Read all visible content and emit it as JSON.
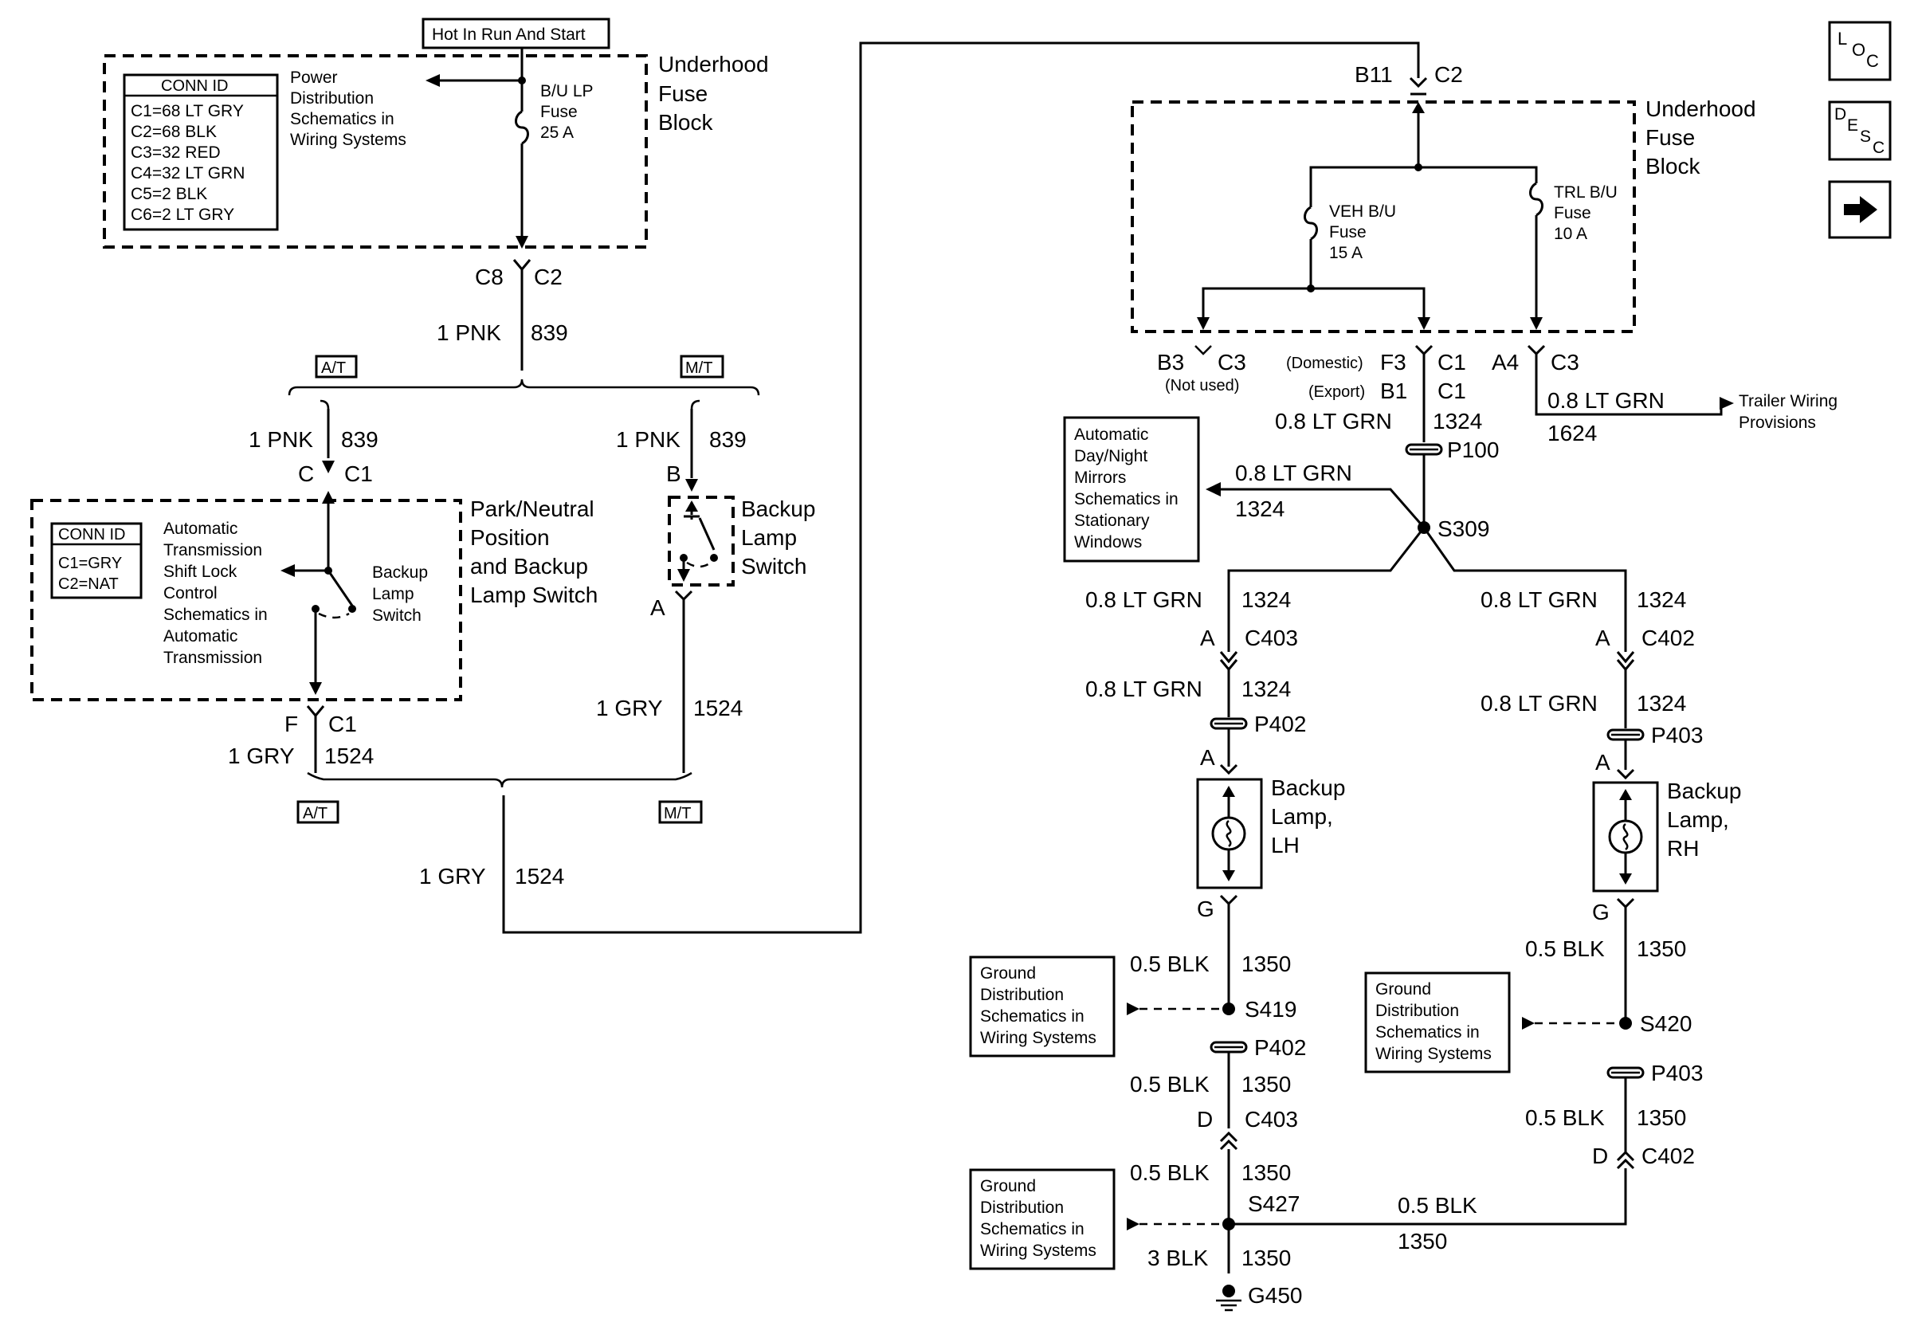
{
  "power_source": {
    "label": "Hot In Run And Start"
  },
  "fuse_block_left": {
    "title_lines": [
      "Underhood",
      "Fuse",
      "Block"
    ],
    "conn_id_title": "CONN ID",
    "conn_ids": [
      "C1=68 LT GRY",
      "C2=68 BLK",
      "C3=32 RED",
      "C4=32 LT GRN",
      "C5=2 BLK",
      "C6=2 LT GRY"
    ],
    "ref_lines": [
      "Power",
      "Distribution",
      "Schematics in",
      "Wiring Systems"
    ],
    "fuse_lines": [
      "B/U LP",
      "Fuse",
      "25 A"
    ],
    "connector_pin": "C8",
    "connector_id": "C2",
    "wire_gauge_color": "1 PNK",
    "wire_circuit": "839"
  },
  "option_tags": {
    "at": "A/T",
    "mt": "M/T"
  },
  "pnp_switch": {
    "title_lines": [
      "Park/Neutral",
      "Position",
      "and Backup",
      "Lamp Switch"
    ],
    "conn_id_title": "CONN ID",
    "conn_ids": [
      "C1=GRY",
      "C2=NAT"
    ],
    "ref_lines": [
      "Automatic",
      "Transmission",
      "Shift Lock",
      "Control",
      "Schematics in",
      "Automatic",
      "Transmission"
    ],
    "switch_lines": [
      "Backup",
      "Lamp",
      "Switch"
    ],
    "wire_in_gauge_color": "1 PNK",
    "wire_in_circuit": "839",
    "conn_in_pin": "C",
    "conn_in_id": "C1",
    "conn_out_pin": "F",
    "conn_out_id": "C1",
    "wire_out_gauge_color": "1 GRY",
    "wire_out_circuit": "1524"
  },
  "backup_switch_mt": {
    "title_lines": [
      "Backup",
      "Lamp",
      "Switch"
    ],
    "wire_in_gauge_color": "1 PNK",
    "wire_in_circuit": "839",
    "conn_in_pin": "B",
    "conn_out_pin": "A",
    "wire_out_gauge_color": "1 GRY",
    "wire_out_circuit": "1524"
  },
  "merged_wire": {
    "gauge_color": "1 GRY",
    "circuit": "1524"
  },
  "fuse_block_right": {
    "title_lines": [
      "Underhood",
      "Fuse",
      "Block"
    ],
    "top_pin": "B11",
    "top_conn": "C2",
    "veh_fuse_lines": [
      "VEH B/U",
      "Fuse",
      "15 A"
    ],
    "trl_fuse_lines": [
      "TRL B/U",
      "Fuse",
      "10 A"
    ],
    "b3_pin": "B3",
    "b3_conn": "C3",
    "not_used": "(Not used)",
    "domestic_label": "(Domestic)",
    "domestic_pin": "F3",
    "domestic_conn": "C1",
    "export_label": "(Export)",
    "export_pin": "B1",
    "export_conn": "C1",
    "a4_pin": "A4",
    "a4_conn": "C3"
  },
  "trailer": {
    "gauge_color": "0.8 LT GRN",
    "circuit": "1624",
    "ref_lines": [
      "Trailer Wiring",
      "Provisions"
    ]
  },
  "main_feed": {
    "gauge_color": "0.8 LT GRN",
    "circuit": "1324",
    "inline_conn": "P100",
    "splice": "S309"
  },
  "mirrors": {
    "ref_lines": [
      "Automatic",
      "Day/Night",
      "Mirrors",
      "Schematics in",
      "Stationary",
      "Windows"
    ],
    "gauge_color": "0.8 LT GRN",
    "circuit": "1324"
  },
  "lh_branch": {
    "gauge_color_1": "0.8 LT GRN",
    "circuit_1": "1324",
    "conn_pin": "A",
    "conn_id": "C403",
    "gauge_color_2": "0.8 LT GRN",
    "circuit_2": "1324",
    "inline_conn": "P402",
    "lamp_pin_a": "A",
    "lamp_lines": [
      "Backup",
      "Lamp,",
      "LH"
    ],
    "lamp_pin_g": "G",
    "gnd_gauge_color": "0.5 BLK",
    "gnd_circuit": "1350",
    "splice": "S419",
    "inline_conn_2": "P402",
    "gnd_gauge_color_2": "0.5 BLK",
    "gnd_circuit_2": "1350",
    "conn_pin_2": "D",
    "conn_id_2": "C403",
    "gnd_gauge_color_3": "0.5 BLK",
    "gnd_circuit_3": "1350",
    "splice_2": "S427",
    "gnd_gauge_color_4": "3 BLK",
    "gnd_circuit_4": "1350",
    "ground": "G450"
  },
  "rh_branch": {
    "gauge_color_1": "0.8 LT GRN",
    "circuit_1": "1324",
    "conn_pin": "A",
    "conn_id": "C402",
    "gauge_color_2": "0.8 LT GRN",
    "circuit_2": "1324",
    "inline_conn": "P403",
    "lamp_pin_a": "A",
    "lamp_lines": [
      "Backup",
      "Lamp,",
      "RH"
    ],
    "lamp_pin_g": "G",
    "gnd_gauge_color": "0.5 BLK",
    "gnd_circuit": "1350",
    "splice": "S420",
    "inline_conn_2": "P403",
    "gnd_gauge_color_2": "0.5 BLK",
    "gnd_circuit_2": "1350",
    "conn_pin_2": "D",
    "conn_id_2": "C402",
    "cross_gauge_color": "0.5 BLK",
    "cross_circuit": "1350"
  },
  "ground_refs": {
    "s419_lines": [
      "Ground",
      "Distribution",
      "Schematics in",
      "Wiring Systems"
    ],
    "s420_lines": [
      "Ground",
      "Distribution",
      "Schematics in",
      "Wiring Systems"
    ],
    "s427_lines": [
      "Ground",
      "Distribution",
      "Schematics in",
      "Wiring Systems"
    ]
  },
  "nav_buttons": {
    "loc": [
      "L",
      "O",
      "C"
    ],
    "desc": [
      "D",
      "E",
      "S",
      "C"
    ],
    "next_icon": "arrow-right-icon"
  }
}
